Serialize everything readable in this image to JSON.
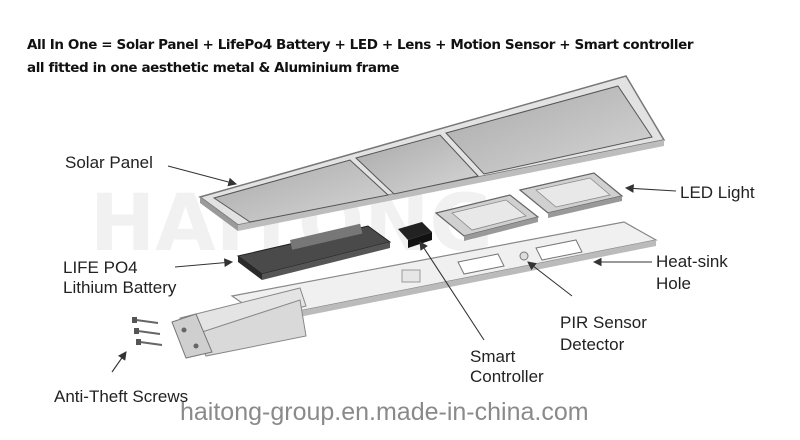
{
  "headline": {
    "line1": "All In One = Solar Panel + LifePo4 Battery + LED + Lens + Motion Sensor + Smart controller",
    "line2": "all fitted in one aesthetic metal & Aluminium frame"
  },
  "labels": {
    "solar_panel": "Solar Panel",
    "led_light": "LED Light",
    "battery_line1": "LIFE PO4",
    "battery_line2": "Lithium Battery",
    "heat_sink_line1": "Heat-sink",
    "heat_sink_line2": "Hole",
    "pir_line1": "PIR Sensor",
    "pir_line2": "Detector",
    "controller_line1": "Smart",
    "controller_line2": "Controller",
    "screws": "Anti-Theft Screws"
  },
  "watermark": "haitong-group.en.made-in-china.com",
  "colors": {
    "text": "#222222",
    "frame": "#dcdcdc",
    "panel_glass": "#b9b9b9",
    "led": "#cfcfcf",
    "battery": "#3a3a3a",
    "watermark": "#8a8a8a"
  }
}
